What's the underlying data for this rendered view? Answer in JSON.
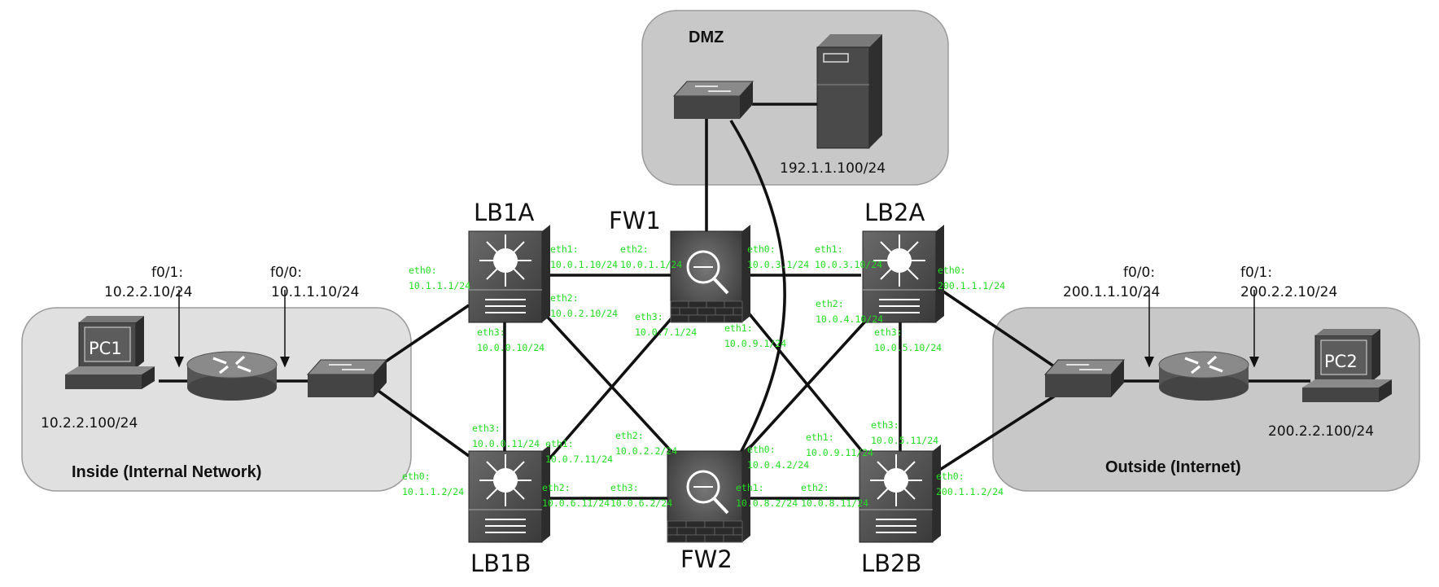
{
  "colors": {
    "port_label": "#22dd22",
    "zone_inside": "#e0e0e0",
    "zone_dmz": "#c8c8c8",
    "zone_outside": "#c8c8c8",
    "device": "#4a4a4a",
    "link": "#111111"
  },
  "zones": {
    "dmz": "DMZ",
    "inside": "Inside (Internal Network)",
    "outside": "Outside (Internet)"
  },
  "devices": {
    "lb1a": "LB1A",
    "lb1b": "LB1B",
    "fw1": "FW1",
    "fw2": "FW2",
    "lb2a": "LB2A",
    "lb2b": "LB2B",
    "pc1": "PC1",
    "pc2": "PC2"
  },
  "device_icons": {
    "routers": "router-icon",
    "switches": "switch-icon",
    "multilayer_switches": "multilayer-switch-icon",
    "firewalls": "firewall-icon",
    "server": "server-icon",
    "pcs": "pc-icon"
  },
  "addresses": {
    "server": "192.1.1.100/24",
    "pc1": "10.2.2.100/24",
    "pc2": "200.2.2.100/24",
    "r1_f01_name": "f0/1:",
    "r1_f01_ip": "10.2.2.10/24",
    "r1_f00_name": "f0/0:",
    "r1_f00_ip": "10.1.1.10/24",
    "r2_f00_name": "f0/0:",
    "r2_f00_ip": "200.1.1.10/24",
    "r2_f01_name": "f0/1:",
    "r2_f01_ip": "200.2.2.10/24"
  },
  "ports": {
    "lb1a_eth0": [
      "eth0:",
      "10.1.1.1/24"
    ],
    "lb1a_eth1": [
      "eth1:",
      "10.0.1.10/24"
    ],
    "lb1a_eth2": [
      "eth2:",
      "10.0.2.10/24"
    ],
    "lb1a_eth3": [
      "eth3:",
      "10.0.0.10/24"
    ],
    "fw1_eth2": [
      "eth2:",
      "10.0.1.1/24"
    ],
    "fw1_eth0": [
      "eth0:",
      "10.0.3.1/24"
    ],
    "fw1_eth3": [
      "eth3:",
      "10.0.7.1/24"
    ],
    "fw1_eth1": [
      "eth1:",
      "10.0.9.1/24"
    ],
    "lb2a_eth1": [
      "eth1:",
      "10.0.3.10/24"
    ],
    "lb2a_eth0": [
      "eth0:",
      "200.1.1.1/24"
    ],
    "lb2a_eth2": [
      "eth2:",
      "10.0.4.10/24"
    ],
    "lb2a_eth3": [
      "eth3:",
      "10.0.5.10/24"
    ],
    "lb1b_eth3": [
      "eth3:",
      "10.0.0.11/24"
    ],
    "lb1b_eth1": [
      "eth1:",
      "10.0.7.11/24"
    ],
    "lb1b_eth0": [
      "eth0:",
      "10.1.1.2/24"
    ],
    "lb1b_eth2": [
      "eth2:",
      "10.0.6.11/24"
    ],
    "fw2_eth2": [
      "eth2:",
      "10.0.2.2/24"
    ],
    "fw2_eth3": [
      "eth3:",
      "10.0.6.2/24"
    ],
    "fw2_eth0": [
      "eth0:",
      "10.0.4.2/24"
    ],
    "fw2_eth1": [
      "eth1:",
      "10.0.8.2/24"
    ],
    "lb2b_eth1": [
      "eth1:",
      "10.0.9.11/24"
    ],
    "lb2b_eth2": [
      "eth2:",
      "10.0.8.11/24"
    ],
    "lb2b_eth3": [
      "eth3:",
      "10.0.5.11/24"
    ],
    "lb2b_eth0": [
      "eth0:",
      "200.1.1.2/24"
    ]
  }
}
